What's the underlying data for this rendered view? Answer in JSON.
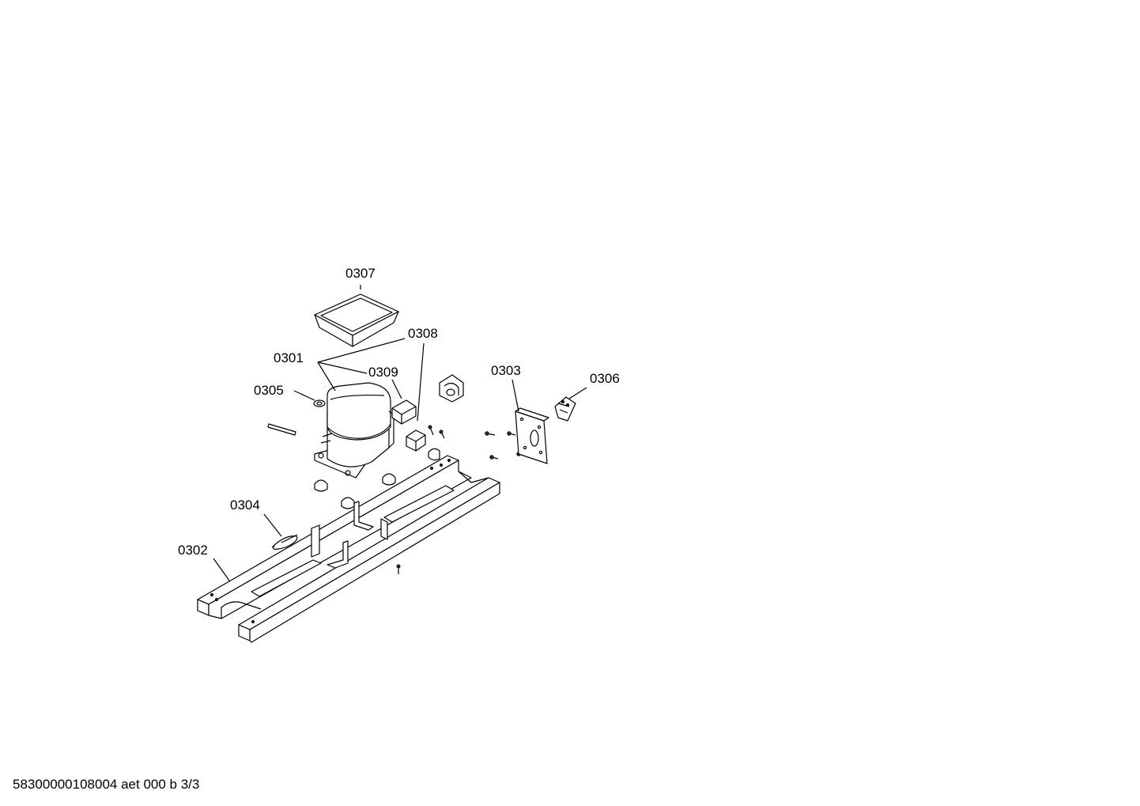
{
  "callouts": {
    "p0301": "0301",
    "p0302": "0302",
    "p0303": "0303",
    "p0304": "0304",
    "p0305": "0305",
    "p0306": "0306",
    "p0307": "0307",
    "p0308": "0308",
    "p0309": "0309"
  },
  "footer": {
    "code": "58300000108004 aet 000 b 3/3"
  }
}
